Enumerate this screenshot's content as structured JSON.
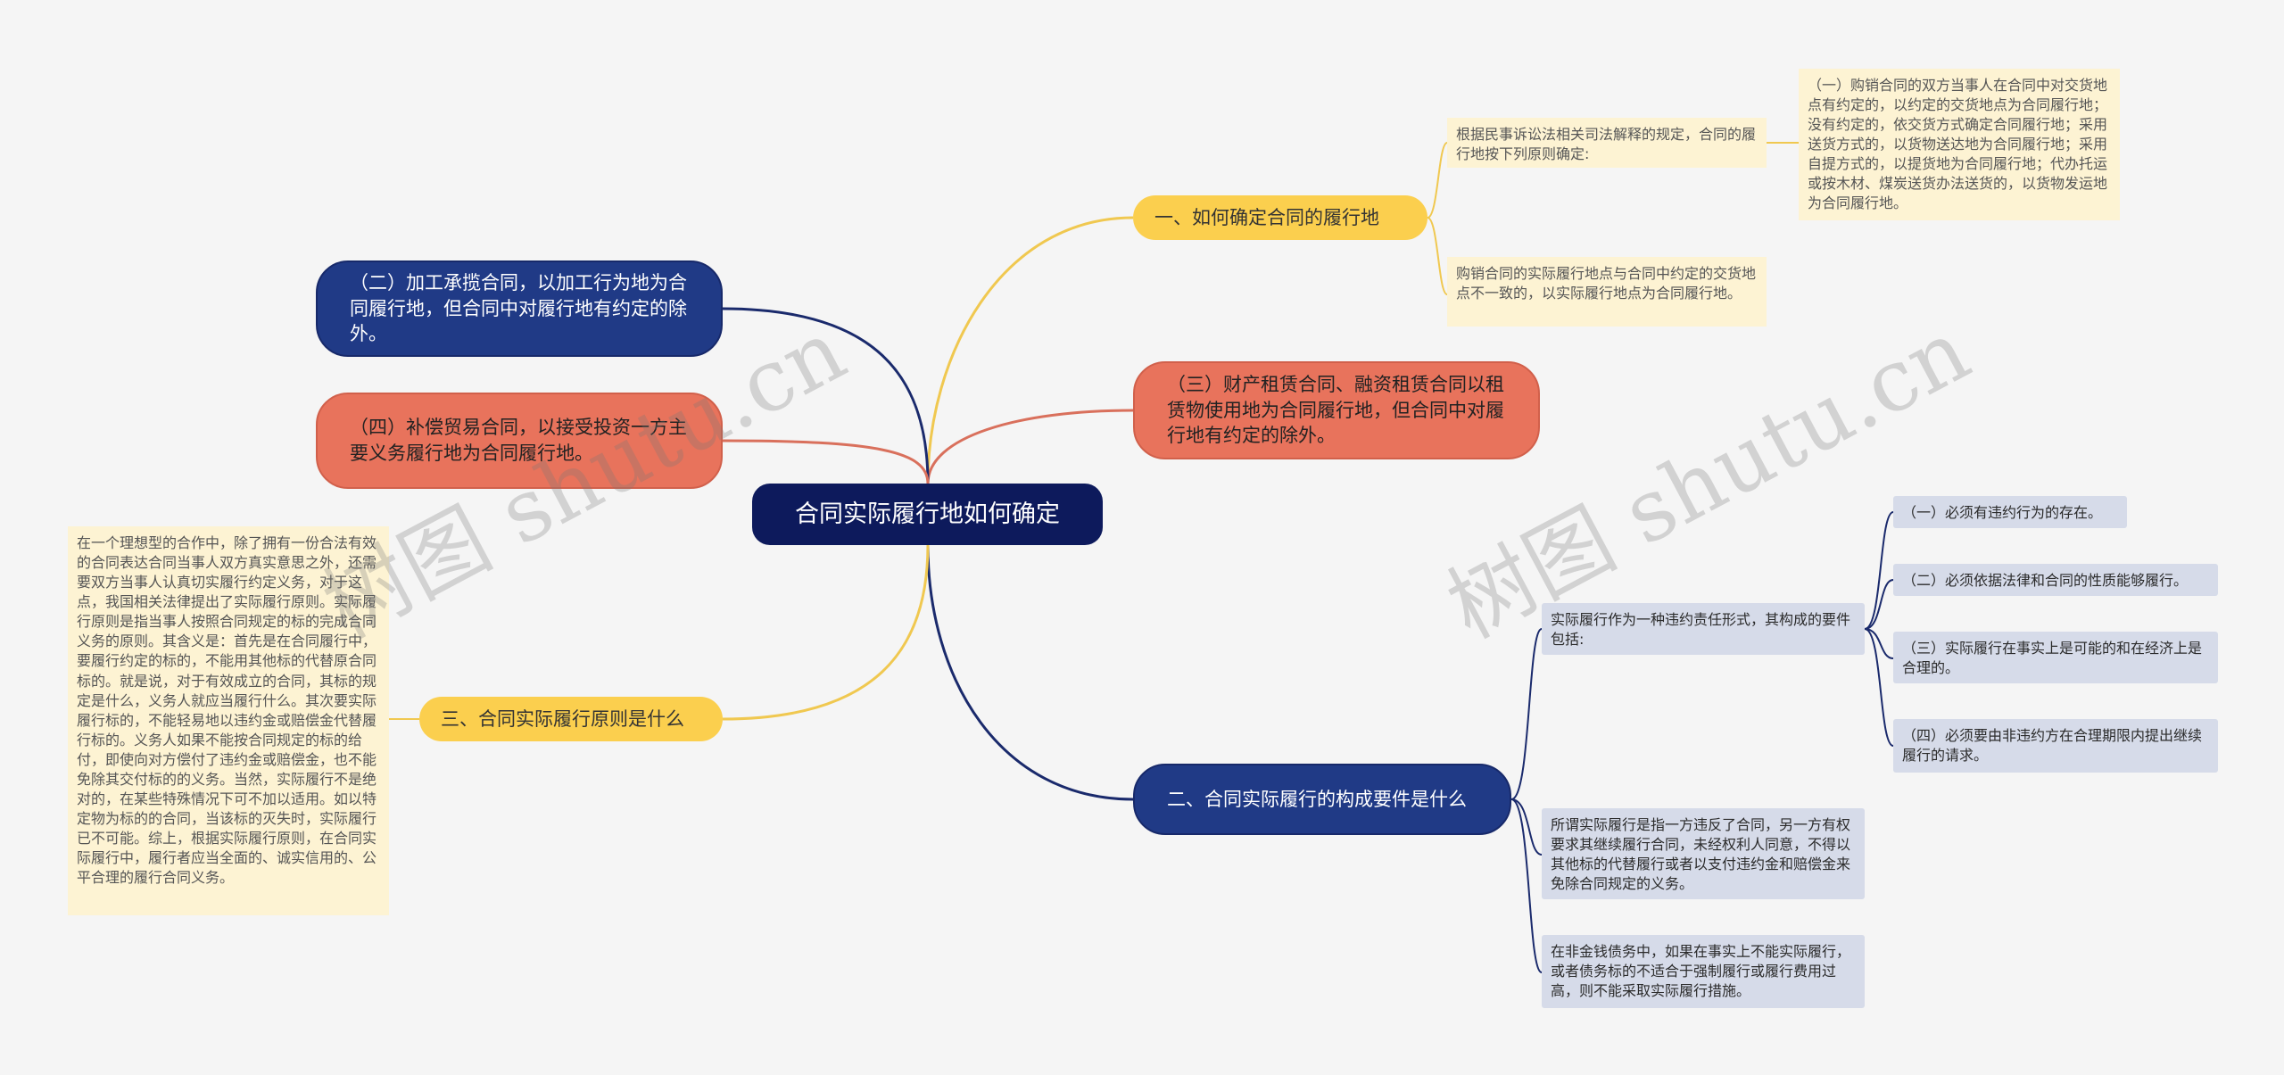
{
  "root": {
    "label": "合同实际履行地如何确定"
  },
  "branches": {
    "b1": {
      "label": "一、如何确定合同的履行地"
    },
    "b2": {
      "label": "二、合同实际履行的构成要件是什么"
    },
    "b3": {
      "label": "三、合同实际履行原则是什么"
    },
    "b4": {
      "label": "（二）加工承揽合同，以加工行为地为合同履行地，但合同中对履行地有约定的除外。"
    },
    "b5": {
      "label": "（四）补偿贸易合同，以接受投资一方主要义务履行地为合同履行地。"
    },
    "b6": {
      "label": "（三）财产租赁合同、融资租赁合同以租赁物使用地为合同履行地，但合同中对履行地有约定的除外。"
    }
  },
  "leaves": {
    "b1_a": "根据民事诉讼法相关司法解释的规定，合同的履行地按下列原则确定:",
    "b1_a1": "（一）购销合同的双方当事人在合同中对交货地点有约定的，以约定的交货地点为合同履行地；没有约定的，依交货方式确定合同履行地；采用送货方式的，以货物送达地为合同履行地；采用自提方式的，以提货地为合同履行地；代办托运或按木材、煤炭送货办法送货的，以货物发运地为合同履行地。",
    "b1_b": "购销合同的实际履行地点与合同中约定的交货地点不一致的，以实际履行地点为合同履行地。",
    "b2_a": "实际履行作为一种违约责任形式，其构成的要件包括:",
    "b2_a1": "（一）必须有违约行为的存在。",
    "b2_a2": "（二）必须依据法律和合同的性质能够履行。",
    "b2_a3": "（三）实际履行在事实上是可能的和在经济上是合理的。",
    "b2_a4": "（四）必须要由非违约方在合理期限内提出继续履行的请求。",
    "b2_b": "所谓实际履行是指一方违反了合同，另一方有权要求其继续履行合同，未经权利人同意，不得以其他标的代替履行或者以支付违约金和赔偿金来免除合同规定的义务。",
    "b2_c": "在非金钱债务中，如果在事实上不能实际履行，或者债务标的不适合于强制履行或履行费用过高，则不能采取实际履行措施。",
    "b3_a": "在一个理想型的合作中，除了拥有一份合法有效的合同表达合同当事人双方真实意思之外，还需要双方当事人认真切实履行约定义务，对于这点，我国相关法律提出了实际履行原则。实际履行原则是指当事人按照合同规定的标的完成合同义务的原则。其含义是：首先是在合同履行中，要履行约定的标的，不能用其他标的代替原合同标的。就是说，对于有效成立的合同，其标的规定是什么，义务人就应当履行什么。其次要实际履行标的，不能轻易地以违约金或赔偿金代替履行标的。义务人如果不能按合同规定的标的给付，即使向对方偿付了违约金或赔偿金，也不能免除其交付标的的义务。当然，实际履行不是绝对的，在某些特殊情况下可不加以适用。如以特定物为标的的合同，当该标的灭失时，实际履行已不可能。综上，根据实际履行原则，在合同实际履行中，履行者应当全面的、诚实信用的、公平合理的履行合同义务。"
  },
  "watermark": {
    "text": "树图 shutu.cn"
  },
  "colors": {
    "navy": "#203a86",
    "root": "#0d1a5c",
    "yellow": "#fbcf4e",
    "salmon": "#e8735c",
    "leaf_yellow": "#fdf3d3",
    "leaf_blue": "#d6dbe9",
    "line_yellow": "#f0c850",
    "line_navy": "#1a2a6c",
    "line_salmon": "#d9705c"
  }
}
